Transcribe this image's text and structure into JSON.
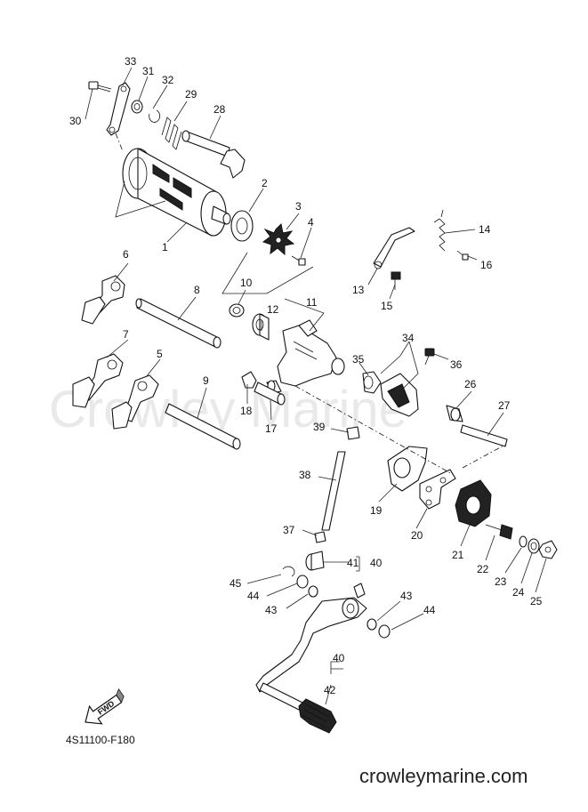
{
  "watermark": "Crowley Marine",
  "site": "crowleymarine.com",
  "diagram_code": "4S11100-F180",
  "fwd_label": "FWD",
  "callouts": {
    "p1": "1",
    "p2": "2",
    "p3": "3",
    "p4": "4",
    "p5": "5",
    "p6": "6",
    "p7": "7",
    "p8": "8",
    "p9": "9",
    "p10": "10",
    "p11": "11",
    "p12": "12",
    "p13": "13",
    "p14": "14",
    "p15": "15",
    "p16": "16",
    "p17": "17",
    "p18": "18",
    "p19": "19",
    "p20": "20",
    "p21": "21",
    "p22": "22",
    "p23": "23",
    "p24": "24",
    "p25": "25",
    "p26": "26",
    "p27": "27",
    "p28": "28",
    "p29": "29",
    "p30": "30",
    "p31": "31",
    "p32": "32",
    "p33": "33",
    "p34": "34",
    "p35": "35",
    "p36": "36",
    "p37": "37",
    "p38": "38",
    "p39": "39",
    "p40a": "40",
    "p41": "41",
    "p40b": "40",
    "p42": "42",
    "p43a": "43",
    "p43b": "43",
    "p44a": "44",
    "p44b": "44",
    "p45": "45"
  }
}
